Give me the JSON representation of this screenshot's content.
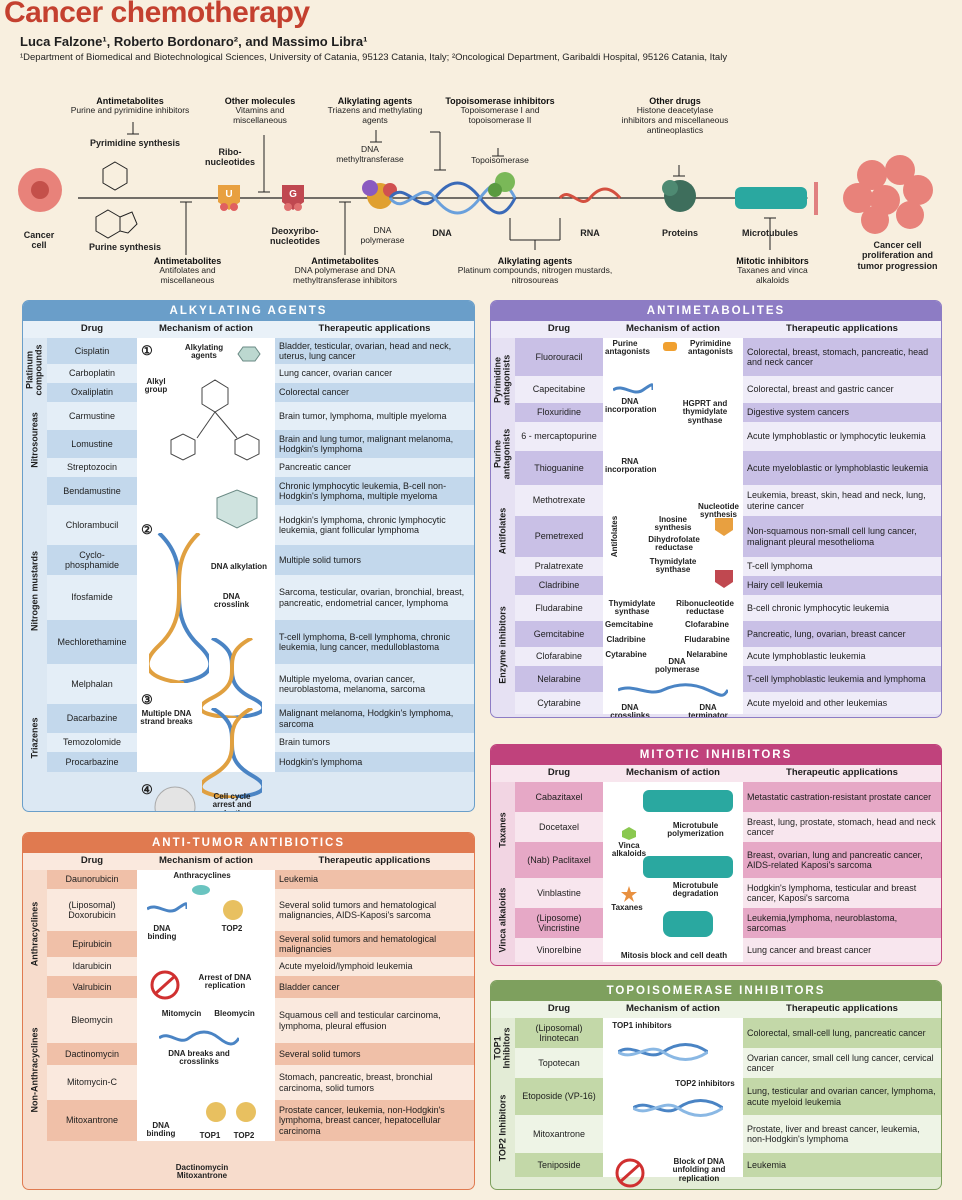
{
  "header": {
    "title": "Cancer chemotherapy",
    "authors": "Luca Falzone¹, Roberto Bordonaro², and Massimo Libra¹",
    "affiliations": "¹Department of Biomedical and Biotechnological Sciences, University of Catania, 95123 Catania, Italy; ²Oncological Department, Garibaldi Hospital, 95126 Catania, Italy"
  },
  "pathway": {
    "antimetabolites_top": {
      "title": "Antimetabolites",
      "sub": "Purine and pyrimidine inhibitors"
    },
    "pyrimidine": "Pyrimidine synthesis",
    "purine": "Purine synthesis",
    "cancer_cell": "Cancer cell",
    "ribo": "Ribo-\nnucleotides",
    "other_molecules": {
      "title": "Other molecules",
      "sub": "Vitamins and miscellaneous"
    },
    "deoxyribo": "Deoxyribo-\nnucleotides",
    "alkylating_top": {
      "title": "Alkylating agents",
      "sub": "Triazens and methylating agents"
    },
    "dna_methyl": "DNA methyltransferase",
    "dna_poly": "DNA polymerase",
    "dna": "DNA",
    "topo": {
      "title": "Topoisomerase inhibitors",
      "sub": "Topoisomerase I and topoisomerase II"
    },
    "topo_enzyme": "Topoisomerase",
    "rna": "RNA",
    "other_drugs": {
      "title": "Other drugs",
      "sub": "Histone deacetylase inhibitors and miscellaneous antineoplastics"
    },
    "proteins": "Proteins",
    "microtubules": "Microtubules",
    "result": "Cancer cell proliferation and tumor progression",
    "antimetab_bottom1": {
      "title": "Antimetabolites",
      "sub": "Antifolates and miscellaneous"
    },
    "antimetab_bottom2": {
      "title": "Antimetabolites",
      "sub": "DNA polymerase and DNA methyltransferase inhibitors"
    },
    "alkylating_bottom": {
      "title": "Alkylating agents",
      "sub": "Platinum compounds, nitrogen mustards, nitrosoureas"
    },
    "mitotic": {
      "title": "Mitotic inhibitors",
      "sub": "Taxanes and vinca alkaloids"
    },
    "u": "U",
    "g": "G"
  },
  "colors": {
    "alkylating": "#6a9ec9",
    "antimetabolites": "#8d7cc4",
    "antitumor": "#e07a50",
    "mitotic": "#c0427c",
    "topo": "#7ea05e"
  },
  "columns": {
    "drug": "Drug",
    "mech": "Mechanism of action",
    "app": "Therapeutic applications"
  },
  "alkylating": {
    "title": "ALKYLATING AGENTS",
    "groups": [
      "Platinum compounds",
      "Nitrosoureas",
      "Nitrogen mustards",
      "Triazenes"
    ],
    "rows": [
      {
        "drug": "Cisplatin",
        "app": "Bladder, testicular, ovarian, head and neck, uterus, lung cancer"
      },
      {
        "drug": "Carboplatin",
        "app": "Lung cancer, ovarian cancer"
      },
      {
        "drug": "Oxaliplatin",
        "app": "Colorectal cancer"
      },
      {
        "drug": "Carmustine",
        "app": "Brain tumor, lymphoma, multiple myeloma"
      },
      {
        "drug": "Lomustine",
        "app": "Brain and lung tumor, malignant melanoma, Hodgkin's lymphoma"
      },
      {
        "drug": "Streptozocin",
        "app": "Pancreatic cancer"
      },
      {
        "drug": "Bendamustine",
        "app": "Chronic lymphocytic leukemia, B-cell non-Hodgkin's lymphoma, multiple myeloma"
      },
      {
        "drug": "Chlorambucil",
        "app": "Hodgkin's lymphoma, chronic lymphocytic leukemia, giant follicular lymphoma"
      },
      {
        "drug": "Cyclo-\nphosphamide",
        "app": "Multiple solid tumors"
      },
      {
        "drug": "Ifosfamide",
        "app": "Sarcoma, testicular, ovarian, bronchial, breast, pancreatic, endometrial cancer, lymphoma"
      },
      {
        "drug": "Mechlorethamine",
        "app": "T-cell lymphoma, B-cell lymphoma, chronic leukemia, lung cancer, medulloblastoma"
      },
      {
        "drug": "Melphalan",
        "app": "Multiple myeloma, ovarian cancer, neuroblastoma, melanoma, sarcoma"
      },
      {
        "drug": "Dacarbazine",
        "app": "Malignant melanoma, Hodgkin's lymphoma, sarcoma"
      },
      {
        "drug": "Temozolomide",
        "app": "Brain tumors"
      },
      {
        "drug": "Procarbazine",
        "app": "Hodgkin's lymphoma"
      }
    ],
    "mech": {
      "n1": "①",
      "n2": "②",
      "n3": "③",
      "n4": "④",
      "alk_agents": "Alkylating agents",
      "alkyl_group": "Alkyl group",
      "dna_alk": "DNA alkylation",
      "dna_cross": "DNA crosslink",
      "breaks": "Multiple DNA strand breaks",
      "arrest": "Cell cycle arrest and death"
    }
  },
  "antimetabolites": {
    "title": "ANTIMETABOLITES",
    "groups": [
      "Pyrimidine antagonists",
      "Purine antagonists",
      "Antifolates",
      "Enzyme inhibitors"
    ],
    "rows": [
      {
        "drug": "Fluorouracil",
        "app": "Colorectal, breast, stomach, pancreatic, head and neck cancer"
      },
      {
        "drug": "Capecitabine",
        "app": "Colorectal, breast and gastric cancer"
      },
      {
        "drug": "Floxuridine",
        "app": "Digestive system cancers"
      },
      {
        "drug": "6 - mercaptopurine",
        "app": "Acute lymphoblastic or lymphocytic leukemia"
      },
      {
        "drug": "Thioguanine",
        "app": "Acute myeloblastic or lymphoblastic leukemia"
      },
      {
        "drug": "Methotrexate",
        "app": "Leukemia, breast, skin, head and neck, lung, uterine cancer"
      },
      {
        "drug": "Pemetrexed",
        "app": "Non-squamous non-small cell lung cancer, malignant pleural mesothelioma"
      },
      {
        "drug": "Pralatrexate",
        "app": "T-cell lymphoma"
      },
      {
        "drug": "Cladribine",
        "app": "Hairy cell leukemia"
      },
      {
        "drug": "Fludarabine",
        "app": "B-cell chronic lymphocytic leukemia"
      },
      {
        "drug": "Gemcitabine",
        "app": "Pancreatic, lung, ovarian, breast cancer"
      },
      {
        "drug": "Clofarabine",
        "app": "Acute lymphoblastic leukemia"
      },
      {
        "drug": "Nelarabine",
        "app": "T-cell lymphoblastic leukemia and lymphoma"
      },
      {
        "drug": "Cytarabine",
        "app": "Acute myeloid and other leukemias"
      }
    ],
    "mech": {
      "purine_ant": "Purine antagonists",
      "pyr_ant": "Pyrimidine antagonists",
      "dna_inc": "DNA incorporation",
      "hgprt": "HGPRT and thymidylate synthase",
      "rna_inc": "RNA incorporation",
      "nuc_syn": "Nucleotide synthesis",
      "inosine": "Inosine synthesis",
      "dhfr": "Dihydrofolate reductase",
      "thymidylate": "Thymidylate synthase",
      "antifolates": "Antifolates",
      "ts": "Thymidylate synthase",
      "rr": "Ribonucleotide reductase",
      "gem": "Gemcitabine",
      "clad": "Cladribine",
      "cyt": "Cytarabine",
      "clof": "Clofarabine",
      "flud": "Fludarabine",
      "nel": "Nelarabine",
      "dnapoly": "DNA polymerase",
      "crosslinks": "DNA crosslinks",
      "terminator": "DNA terminator"
    }
  },
  "antitumor": {
    "title": "ANTI-TUMOR ANTIBIOTICS",
    "groups": [
      "Anthracyclines",
      "Non-Anthracyclines"
    ],
    "rows": [
      {
        "drug": "Daunorubicin",
        "app": "Leukemia"
      },
      {
        "drug": "(Liposomal) Doxorubicin",
        "app": "Several solid tumors and hematological malignancies, AIDS-Kaposi's sarcoma"
      },
      {
        "drug": "Epirubicin",
        "app": "Several solid tumors and hematological malignancies"
      },
      {
        "drug": "Idarubicin",
        "app": "Acute myeloid/lymphoid leukemia"
      },
      {
        "drug": "Valrubicin",
        "app": "Bladder cancer"
      },
      {
        "drug": "Bleomycin",
        "app": "Squamous cell and testicular carcinoma, lymphoma, pleural effusion"
      },
      {
        "drug": "Dactinomycin",
        "app": "Several solid tumors"
      },
      {
        "drug": "Mitomycin-C",
        "app": "Stomach, pancreatic, breast, bronchial carcinoma, solid tumors"
      },
      {
        "drug": "Mitoxantrone",
        "app": "Prostate cancer, leukemia, non-Hodgkin's lymphoma, breast cancer, hepatocellular carcinoma"
      }
    ],
    "mech": {
      "anthra": "Anthracyclines",
      "dna_binding": "DNA binding",
      "top2": "TOP2",
      "arrest": "Arrest of DNA replication",
      "mitomycin": "Mitomycin",
      "bleomycin": "Bleomycin",
      "breaks": "DNA breaks and crosslinks",
      "dna_binding2": "DNA binding",
      "top1": "TOP1",
      "top2b": "TOP2",
      "dacti": "Dactinomycin Mitoxantrone"
    }
  },
  "mitotic": {
    "title": "MITOTIC INHIBITORS",
    "groups": [
      "Taxanes",
      "Vinca alkaloids"
    ],
    "rows": [
      {
        "drug": "Cabazitaxel",
        "app": "Metastatic castration-resistant prostate cancer"
      },
      {
        "drug": "Docetaxel",
        "app": "Breast, lung, prostate, stomach, head and neck cancer"
      },
      {
        "drug": "(Nab) Paclitaxel",
        "app": "Breast, ovarian, lung and pancreatic cancer, AIDS-related Kaposi's sarcoma"
      },
      {
        "drug": "Vinblastine",
        "app": "Hodgkin's lymphoma, testicular and breast cancer, Kaposi's sarcoma"
      },
      {
        "drug": "(Liposome) Vincristine",
        "app": "Leukemia,lymphoma, neuroblastoma, sarcomas"
      },
      {
        "drug": "Vinorelbine",
        "app": "Lung cancer and breast cancer"
      }
    ],
    "mech": {
      "vinca": "Vinca alkaloids",
      "poly": "Microtubule polymerization",
      "taxanes": "Taxanes",
      "degr": "Microtubule degradation",
      "block": "Mitosis block and cell death"
    }
  },
  "topo": {
    "title": "TOPOISOMERASE INHIBITORS",
    "groups": [
      "TOP1 Inhibitors",
      "TOP2 Inhibitors"
    ],
    "rows": [
      {
        "drug": "(Liposomal) Irinotecan",
        "app": "Colorectal, small-cell lung, pancreatic cancer"
      },
      {
        "drug": "Topotecan",
        "app": "Ovarian cancer, small cell lung cancer, cervical cancer"
      },
      {
        "drug": "Etoposide (VP-16)",
        "app": "Lung, testicular and ovarian cancer, lymphoma, acute myeloid leukemia"
      },
      {
        "drug": "Mitoxantrone",
        "app": "Prostate, liver and breast cancer, leukemia, non-Hodgkin's lymphoma"
      },
      {
        "drug": "Teniposide",
        "app": "Leukemia"
      }
    ],
    "mech": {
      "top1": "TOP1 inhibitors",
      "top2": "TOP2 inhibitors",
      "block": "Block of DNA unfolding and replication"
    }
  }
}
